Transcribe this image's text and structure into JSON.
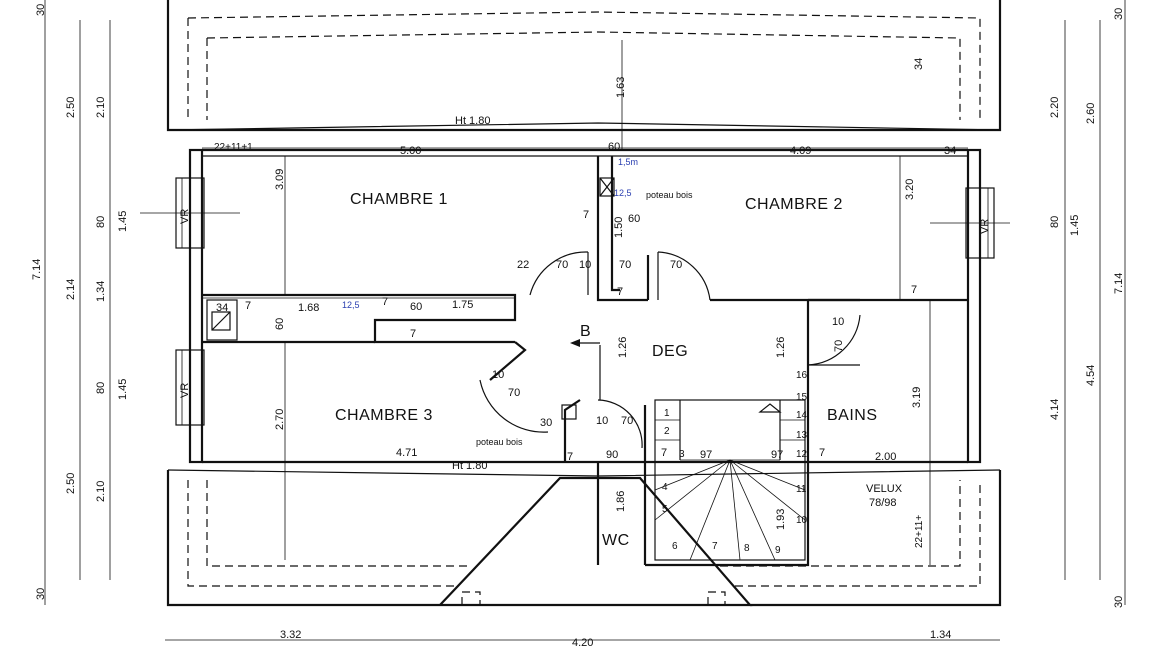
{
  "rooms": {
    "chambre1": "CHAMBRE 1",
    "chambre2": "CHAMBRE 2",
    "chambre3": "CHAMBRE 3",
    "deg": "DEG",
    "bains": "BAINS",
    "wc": "WC",
    "b": "B"
  },
  "labels": {
    "ht_top": "Ht 1.80",
    "ht_bottom": "Ht 1.80",
    "poteau_bois_1": "poteau bois",
    "poteau_bois_2": "poteau bois",
    "velux_1": "VELUX",
    "velux_2": "78/98",
    "vr_1": "VR",
    "vr_2": "VR",
    "vr_3": "VR",
    "blue_1": "12,5",
    "blue_2": "1,5m",
    "blue_3": "12,5"
  },
  "dims": {
    "d_22_11_1": "22+11+1",
    "d_500": "5.00",
    "d_409": "4.09",
    "d_60_top": "60",
    "d_34_tr": "34",
    "d_163": "1.63",
    "d_34_topright": "34",
    "d_309": "3.09",
    "d_320": "3.20",
    "d_150": "1.50",
    "d_7_a": "7",
    "d_60_b": "60",
    "d_22": "22",
    "d_70_a": "70",
    "d_10_a": "10",
    "d_70_b": "70",
    "d_70_c": "70",
    "d_7_b": "7",
    "d_7_c": "7",
    "d_34_l": "34",
    "d_7_d": "7",
    "d_168": "1.68",
    "d_7_e": "7",
    "d_60_c": "60",
    "d_175": "1.75",
    "d_60_d": "60",
    "d_7_f": "7",
    "d_126_a": "1.26",
    "d_126_b": "1.26",
    "d_10_b": "10",
    "d_70_d": "70",
    "d_270": "2.70",
    "d_319": "3.19",
    "d_10_c": "10",
    "d_70_e": "70",
    "d_30": "30",
    "d_10_d": "10",
    "d_70_f": "70",
    "d_471": "4.71",
    "d_7_g": "7",
    "d_90": "90",
    "d_7_h": "7",
    "d_97_a": "97",
    "d_97_b": "97",
    "d_7_i": "7",
    "d_200": "2.00",
    "d_186": "1.86",
    "d_193": "1.93",
    "d_22_11_right": "22+11+",
    "d_332": "3.32",
    "d_420": "4.20",
    "d_134_bottom": "1.34",
    "l_30_top": "30",
    "l_250": "2.50",
    "l_210_a": "2.10",
    "l_80_a": "80",
    "l_145_a": "1.45",
    "l_214": "2.14",
    "l_134": "1.34",
    "l_80_b": "80",
    "l_145_b": "1.45",
    "l_714": "7.14",
    "l_250_b": "2.50",
    "l_210_b": "2.10",
    "l_30_bottom": "30",
    "r_30_top": "30",
    "r_220": "2.20",
    "r_260": "2.60",
    "r_80": "80",
    "r_145": "1.45",
    "r_714": "7.14",
    "r_414": "4.14",
    "r_454": "4.54",
    "r_30_bottom": "30"
  },
  "stairs": [
    "1",
    "2",
    "3",
    "4",
    "5",
    "6",
    "7",
    "8",
    "9",
    "10",
    "11",
    "12",
    "13",
    "14",
    "15",
    "16"
  ]
}
